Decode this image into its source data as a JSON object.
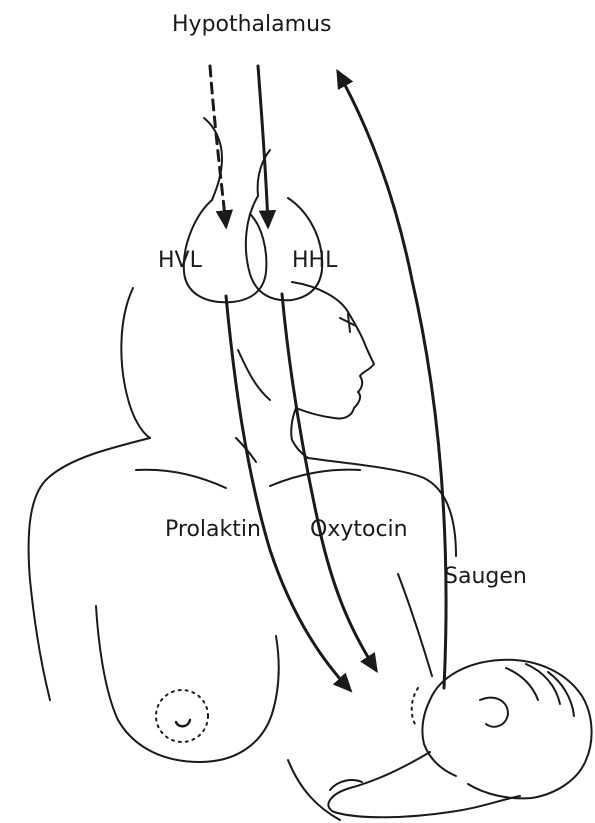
{
  "labels": {
    "hypothalamus": "Hypothalamus",
    "hvl": "HVL",
    "hhl": "HHL",
    "prolaktin": "Prolaktin",
    "oxytocin": "Oxytocin",
    "saugen": "Saugen"
  },
  "colors": {
    "line": "#1a1a1a",
    "background": "#ffffff"
  }
}
